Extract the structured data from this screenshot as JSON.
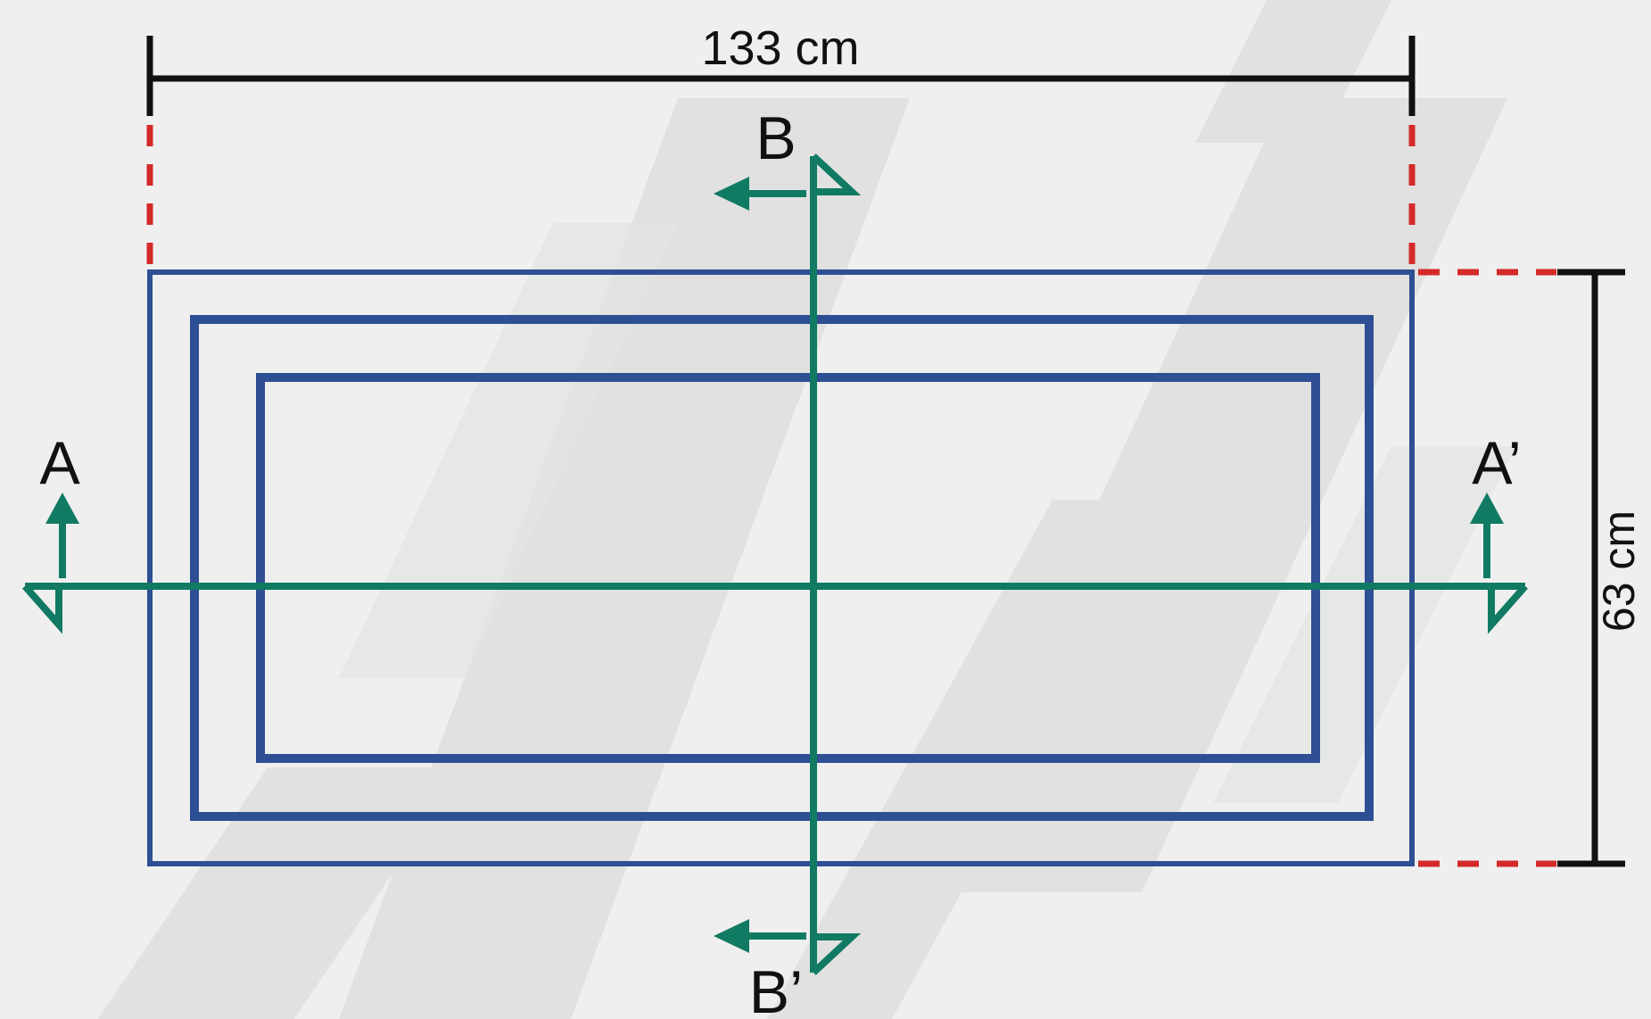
{
  "dimensions": {
    "width_label": "133 cm",
    "height_label": "63 cm"
  },
  "sections": {
    "a_start": "A",
    "a_end": "A’",
    "b_start": "B",
    "b_end": "B’"
  },
  "colors": {
    "background": "#efefef",
    "watermark": "#d4d4d4",
    "dimension_line": "#111111",
    "extension_line": "#d42a2a",
    "rectangles": "#2e4f93",
    "section_lines": "#117a63"
  }
}
